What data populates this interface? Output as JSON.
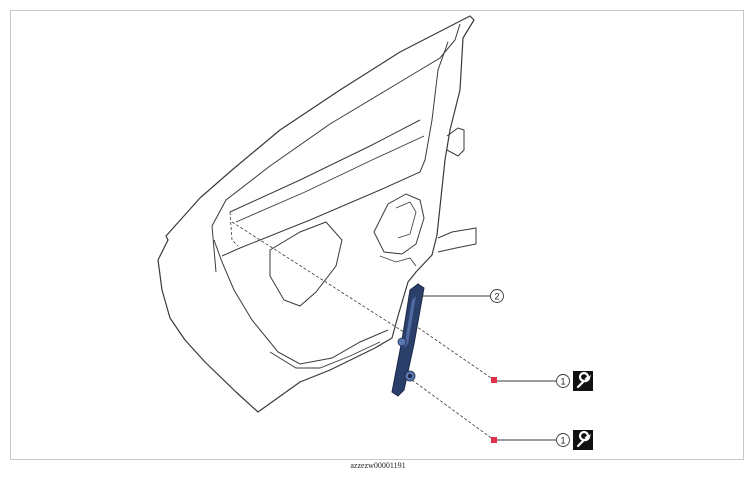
{
  "figure": {
    "caption": "azzezw00001191",
    "callouts": [
      {
        "number": "1"
      },
      {
        "number": "1"
      },
      {
        "number": "2"
      }
    ],
    "icons": [
      "wrench-icon",
      "wrench-icon"
    ],
    "colors": {
      "line": "#3a3a3a",
      "bracket": "#2a3f6a",
      "bolt": "#e0304a"
    }
  }
}
